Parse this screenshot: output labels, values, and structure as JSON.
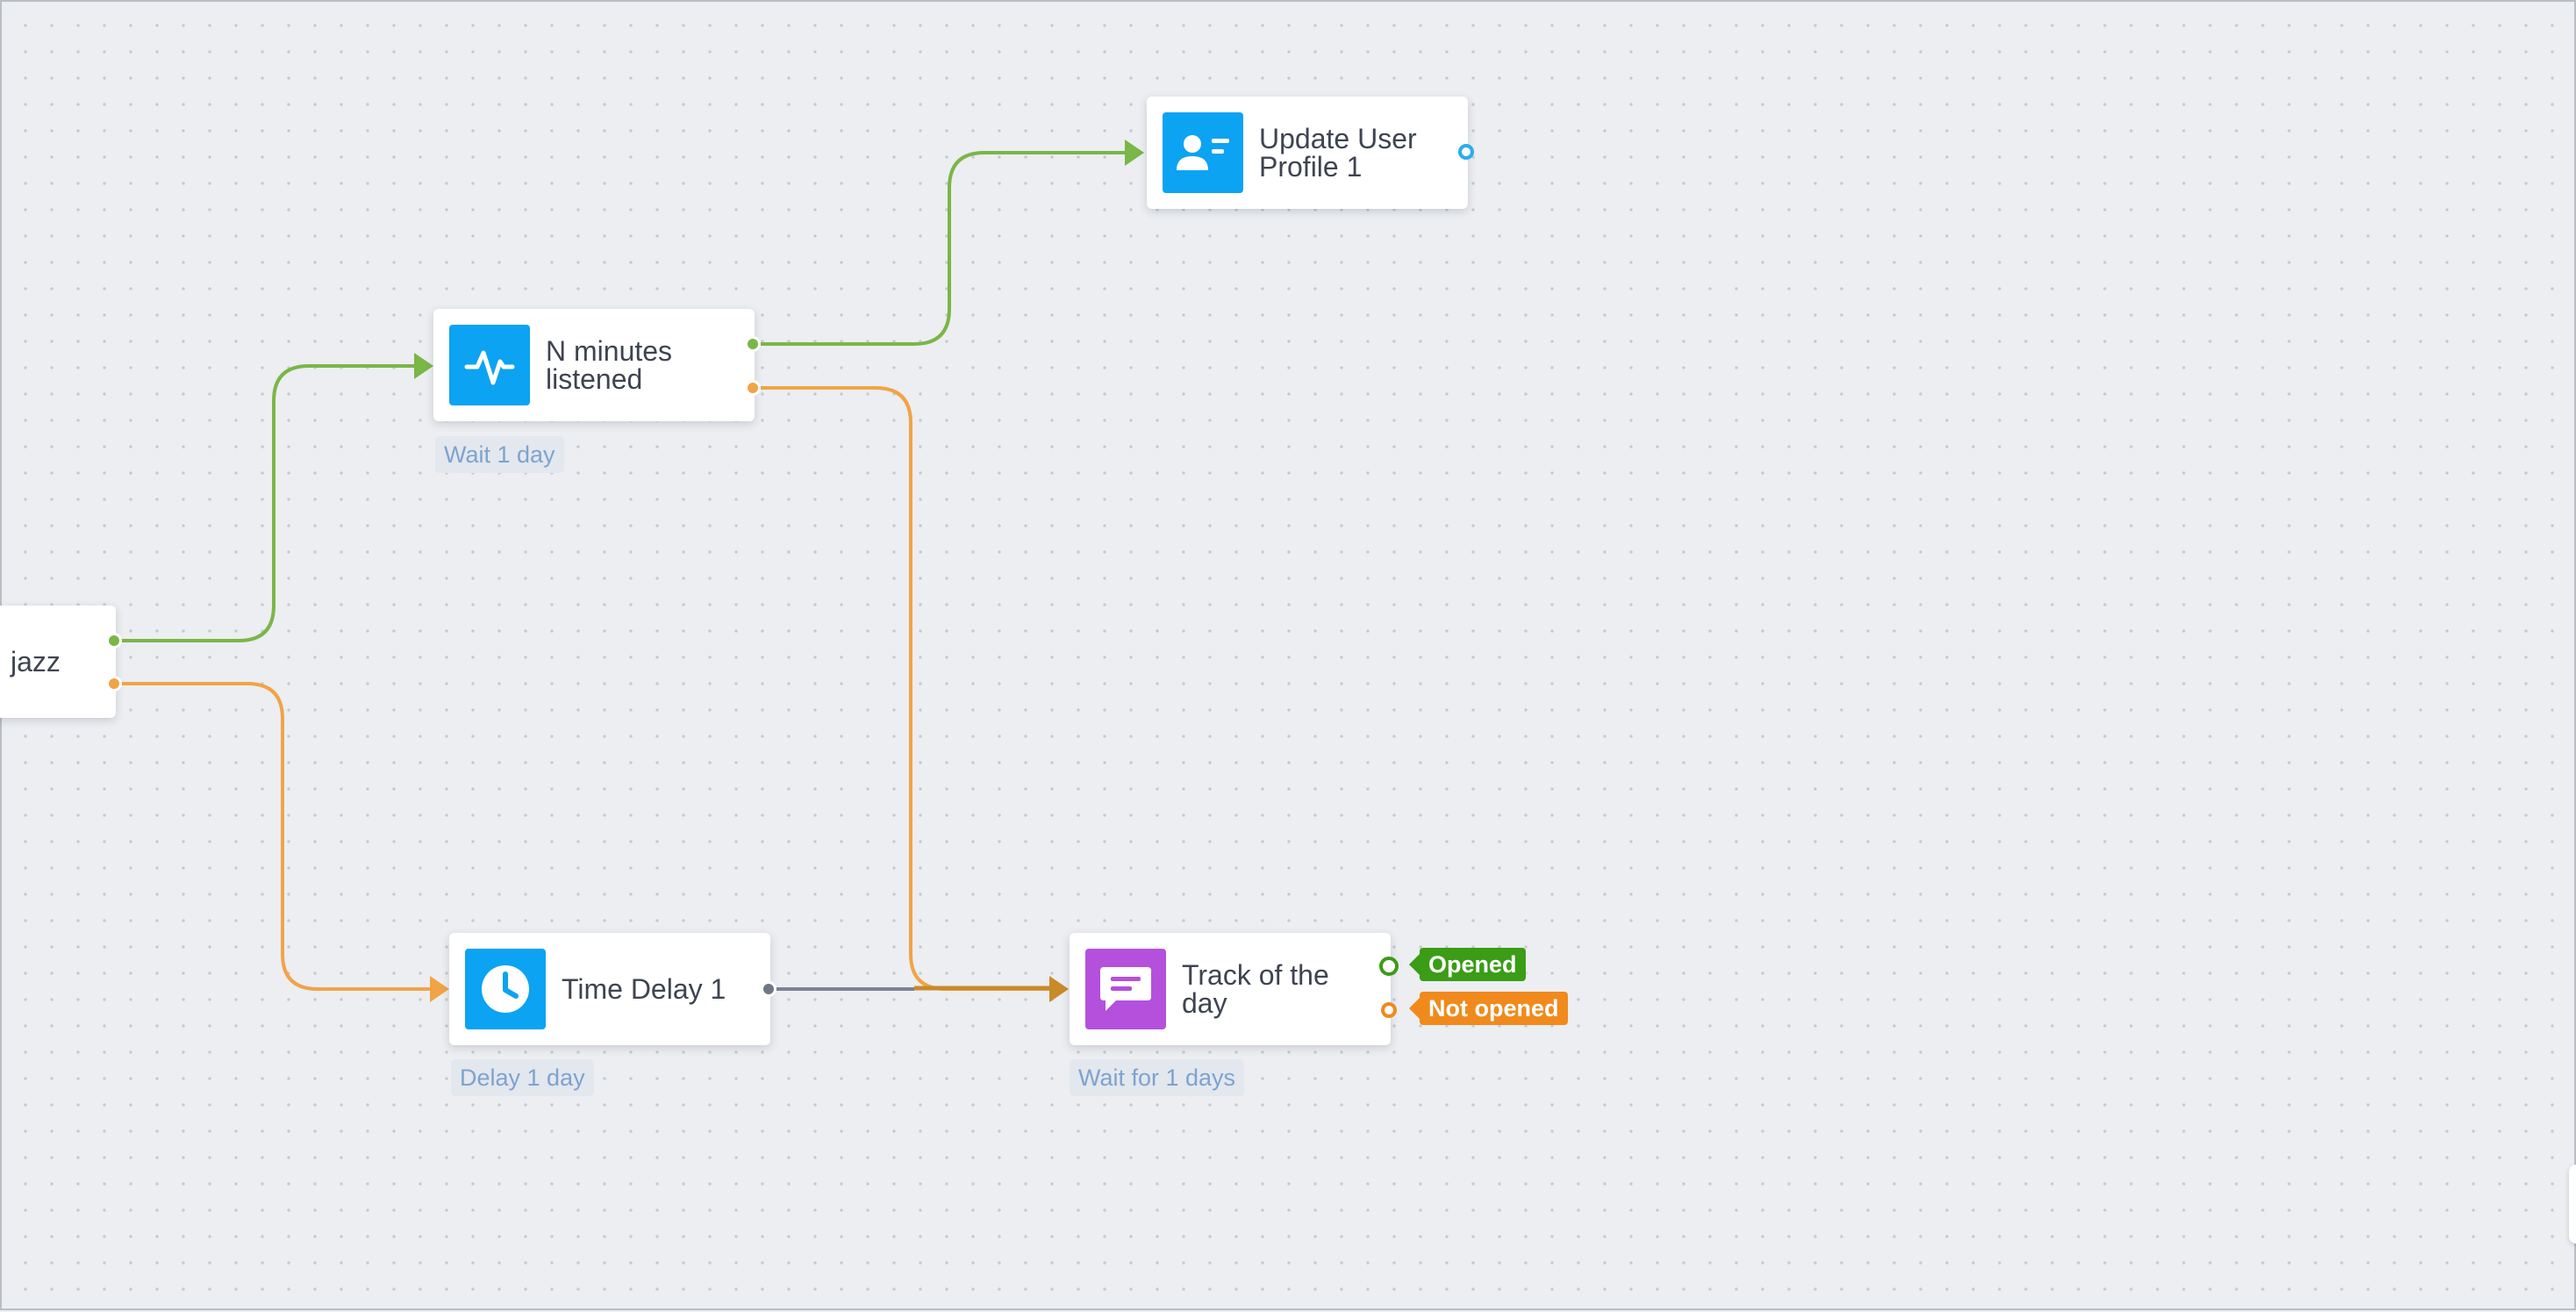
{
  "canvas": {
    "nodes": {
      "jazz": {
        "label": "jazz"
      },
      "n_minutes": {
        "label_line1": "N minutes",
        "label_line2": "listened",
        "icon": "pulse-icon",
        "caption": "Wait 1 day"
      },
      "update_profile": {
        "label_line1": "Update User",
        "label_line2": "Profile 1",
        "icon": "user-profile-icon"
      },
      "time_delay": {
        "label": "Time Delay 1",
        "icon": "clock-icon",
        "caption": "Delay 1 day"
      },
      "track_of_day": {
        "label_line1": "Track of the",
        "label_line2": "day",
        "icon": "message-icon",
        "caption": "Wait for 1 days",
        "branch_opened": "Opened",
        "branch_not_opened": "Not opened"
      }
    },
    "colors": {
      "positive_path": "#7ab648",
      "negative_path": "#f0a447",
      "neutral_path": "#7a8494",
      "message_path": "#c98a2a",
      "icon_blue": "#0ca3f2",
      "icon_purple": "#b450dc",
      "caption_text": "#7da3cf",
      "opened_badge": "#3b9c16",
      "not_opened_badge": "#f08a1c"
    }
  }
}
